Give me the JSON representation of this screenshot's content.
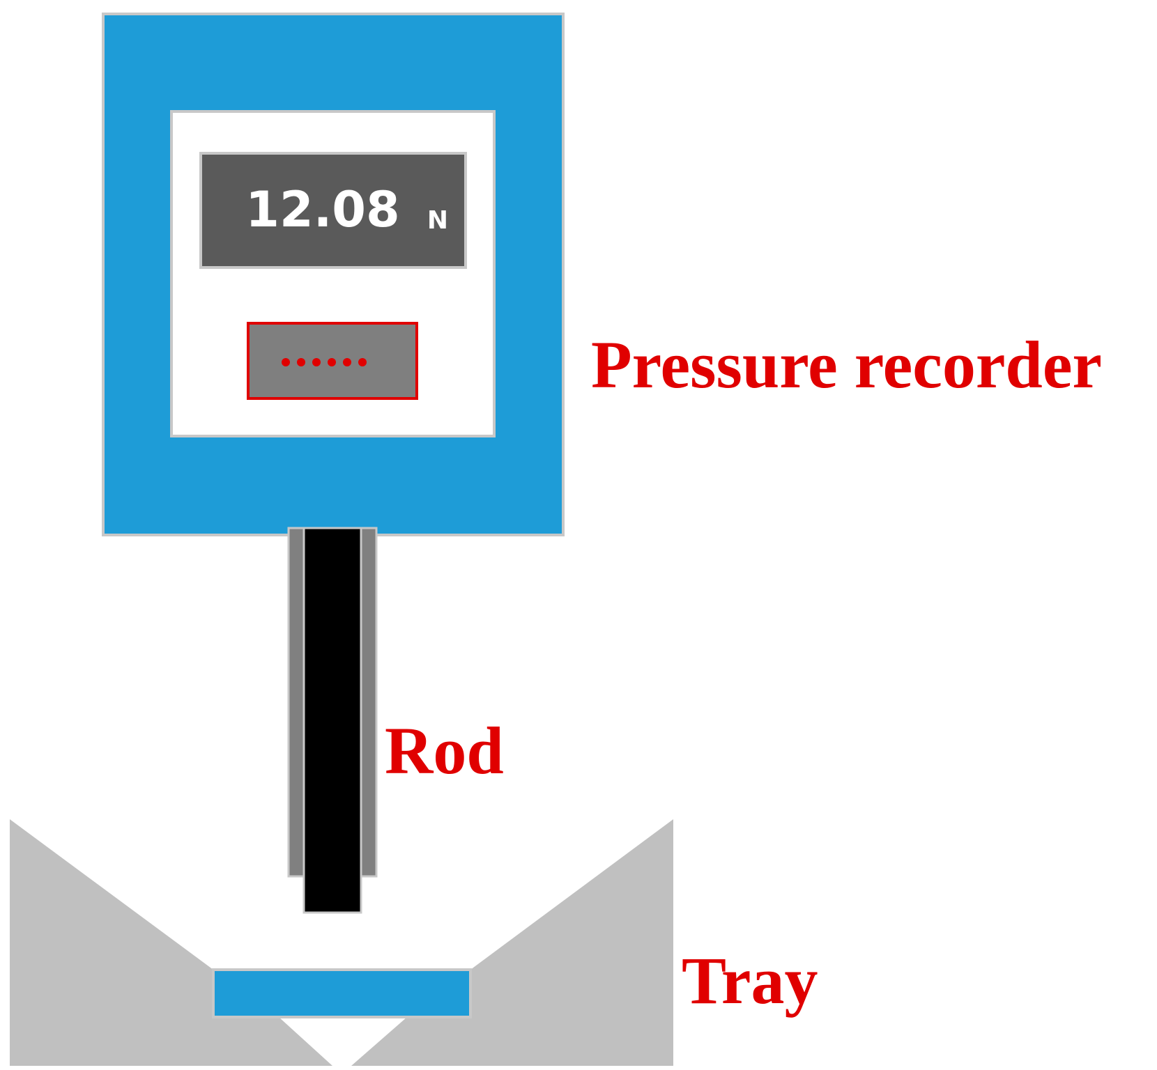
{
  "display": {
    "reading": "12.08",
    "unit": "N",
    "indicator": "••••••"
  },
  "labels": {
    "pressure_recorder": "Pressure recorder",
    "rod": "Rod",
    "tray": "Tray"
  },
  "colors": {
    "housing_blue": "#1e9cd7",
    "display_gray": "#5a5a5a",
    "indicator_gray": "#7f7f7f",
    "indicator_red": "#e00000",
    "rod_black": "#000000",
    "sleeve_gray": "#808080",
    "base_gray": "#c0c0c0",
    "label_red": "#e00000"
  },
  "icons": {
    "indicator": "status-dots-icon"
  }
}
